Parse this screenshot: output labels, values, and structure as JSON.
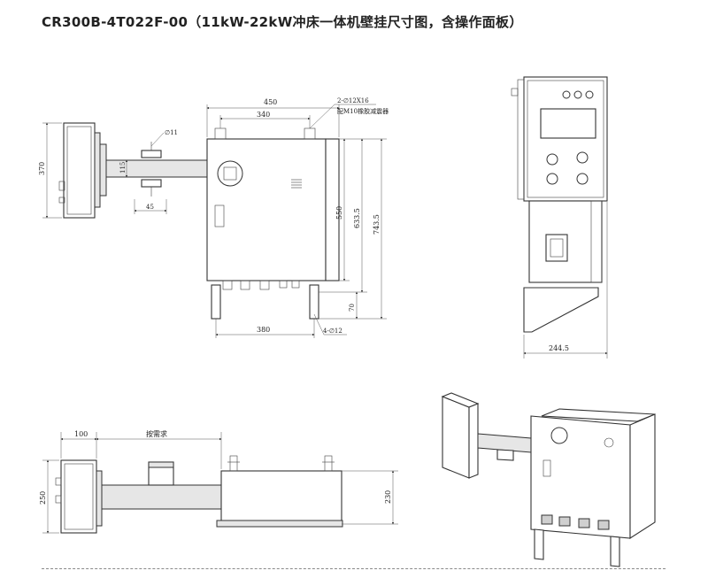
{
  "title": "CR300B-4T022F-00（11kW-22kW冲床一体机壁挂尺寸图，含操作面板）",
  "front_view": {
    "dims": {
      "width_outer": "450",
      "width_mount": "340",
      "height_box": "550",
      "height_mount": "633.5",
      "height_total": "743.5",
      "bottom_gap": "70",
      "bottom_width": "380",
      "arm_height": "115",
      "arm_width": "45",
      "hole_small": "∅11",
      "hole_bottom": "4-∅12",
      "left_height": "370"
    },
    "notes": {
      "mount_holes": "2-∅12X16",
      "damper": "配M10橡胶减震器"
    }
  },
  "side_view": {
    "dims": {
      "depth": "244.5"
    }
  },
  "top_view": {
    "dims": {
      "left_width": "100",
      "arm_length": "按需求",
      "left_height": "250",
      "box_height": "230"
    }
  }
}
